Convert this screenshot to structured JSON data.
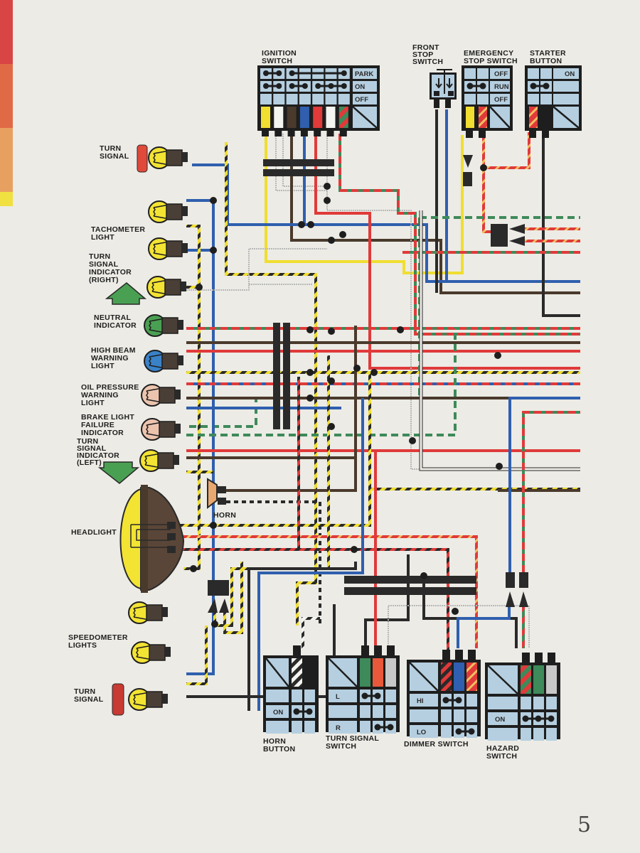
{
  "title": "Wiring Diagram – Handlebar Controls, Instruments and Lighting",
  "page_number": "5",
  "colors": {
    "paper": "#ecebe5",
    "switch_fill": "#b5cfe0",
    "connector": "#3a332c",
    "bulb_yellow": "#f3e333",
    "bulb_green": "#4aa052",
    "bulb_blue": "#3a82c8",
    "bulb_pink": "#ecc4ae",
    "wire_yellow": "#f0de30",
    "wire_white": "#f4f4f0",
    "wire_brown": "#4a3a2c",
    "wire_blue": "#2f5fae",
    "wire_red": "#e03a3a",
    "wire_green": "#3e8a5a",
    "wire_black": "#2a2a2a",
    "wire_gray": "#b8b8b8",
    "edge_strip": [
      "#d94545",
      "#e06a45",
      "#e8a060",
      "#f0e040"
    ]
  },
  "components": {
    "ignition_switch": {
      "label": [
        "IGNITION",
        "SWITCH"
      ],
      "positions": [
        "PARK",
        "ON",
        "OFF"
      ],
      "wire_colors": [
        "yellow",
        "white",
        "brown",
        "blue",
        "red",
        "white",
        "red/green"
      ]
    },
    "front_stop_switch": {
      "label": [
        "FRONT",
        "STOP",
        "SWITCH"
      ]
    },
    "emergency_stop_switch": {
      "label": [
        "EMERGENCY",
        "STOP SWITCH"
      ],
      "positions": [
        "OFF",
        "RUN",
        "OFF"
      ],
      "wire_colors": [
        "yellow",
        "red/yellow"
      ]
    },
    "starter_button": {
      "label": [
        "STARTER",
        "BUTTON"
      ],
      "positions": [
        "ON"
      ],
      "wire_colors": [
        "red/yellow",
        "black"
      ]
    },
    "turn_signal_right": {
      "label": [
        "TURN",
        "SIGNAL"
      ]
    },
    "tachometer_light": {
      "label": [
        "TACHOMETER",
        "LIGHT"
      ]
    },
    "turn_signal_indicator_right": {
      "label": [
        "TURN",
        "SIGNAL",
        "INDICATOR",
        "(RIGHT)"
      ]
    },
    "neutral_indicator": {
      "label": [
        "NEUTRAL",
        "INDICATOR"
      ]
    },
    "high_beam_warning_light": {
      "label": [
        "HIGH BEAM",
        "WARNING",
        "LIGHT"
      ]
    },
    "oil_pressure_warning_light": {
      "label": [
        "OIL PRESSURE",
        "WARNING",
        "LIGHT"
      ]
    },
    "brake_light_failure_indicator": {
      "label": [
        "BRAKE LIGHT",
        "FAILURE",
        "INDICATOR"
      ]
    },
    "turn_signal_indicator_left": {
      "label": [
        "TURN",
        "SIGNAL",
        "INDICATOR",
        "(LEFT)"
      ]
    },
    "horn": {
      "label": "HORN"
    },
    "headlight": {
      "label": "HEADLIGHT"
    },
    "speedometer_lights": {
      "label": [
        "SPEEDOMETER",
        "LIGHTS"
      ]
    },
    "turn_signal_left": {
      "label": [
        "TURN",
        "SIGNAL"
      ]
    },
    "horn_button": {
      "label": [
        "HORN",
        "BUTTON"
      ],
      "positions": [
        "",
        "ON",
        ""
      ],
      "wire_colors": [
        "black/white"
      ]
    },
    "turn_signal_switch": {
      "label": [
        "TURN SIGNAL",
        "SWITCH"
      ],
      "positions": [
        "L",
        "",
        "R"
      ],
      "wire_colors": [
        "green",
        "orange",
        "gray"
      ]
    },
    "dimmer_switch": {
      "label": [
        "DIMMER SWITCH"
      ],
      "positions": [
        "HI",
        "",
        "LO"
      ],
      "wire_colors": [
        "red/black",
        "blue",
        "red/yellow"
      ]
    },
    "hazard_switch": {
      "label": [
        "HAZARD",
        "SWITCH"
      ],
      "positions": [
        "",
        "ON",
        ""
      ],
      "wire_colors": [
        "red/green",
        "green",
        "gray"
      ]
    }
  }
}
